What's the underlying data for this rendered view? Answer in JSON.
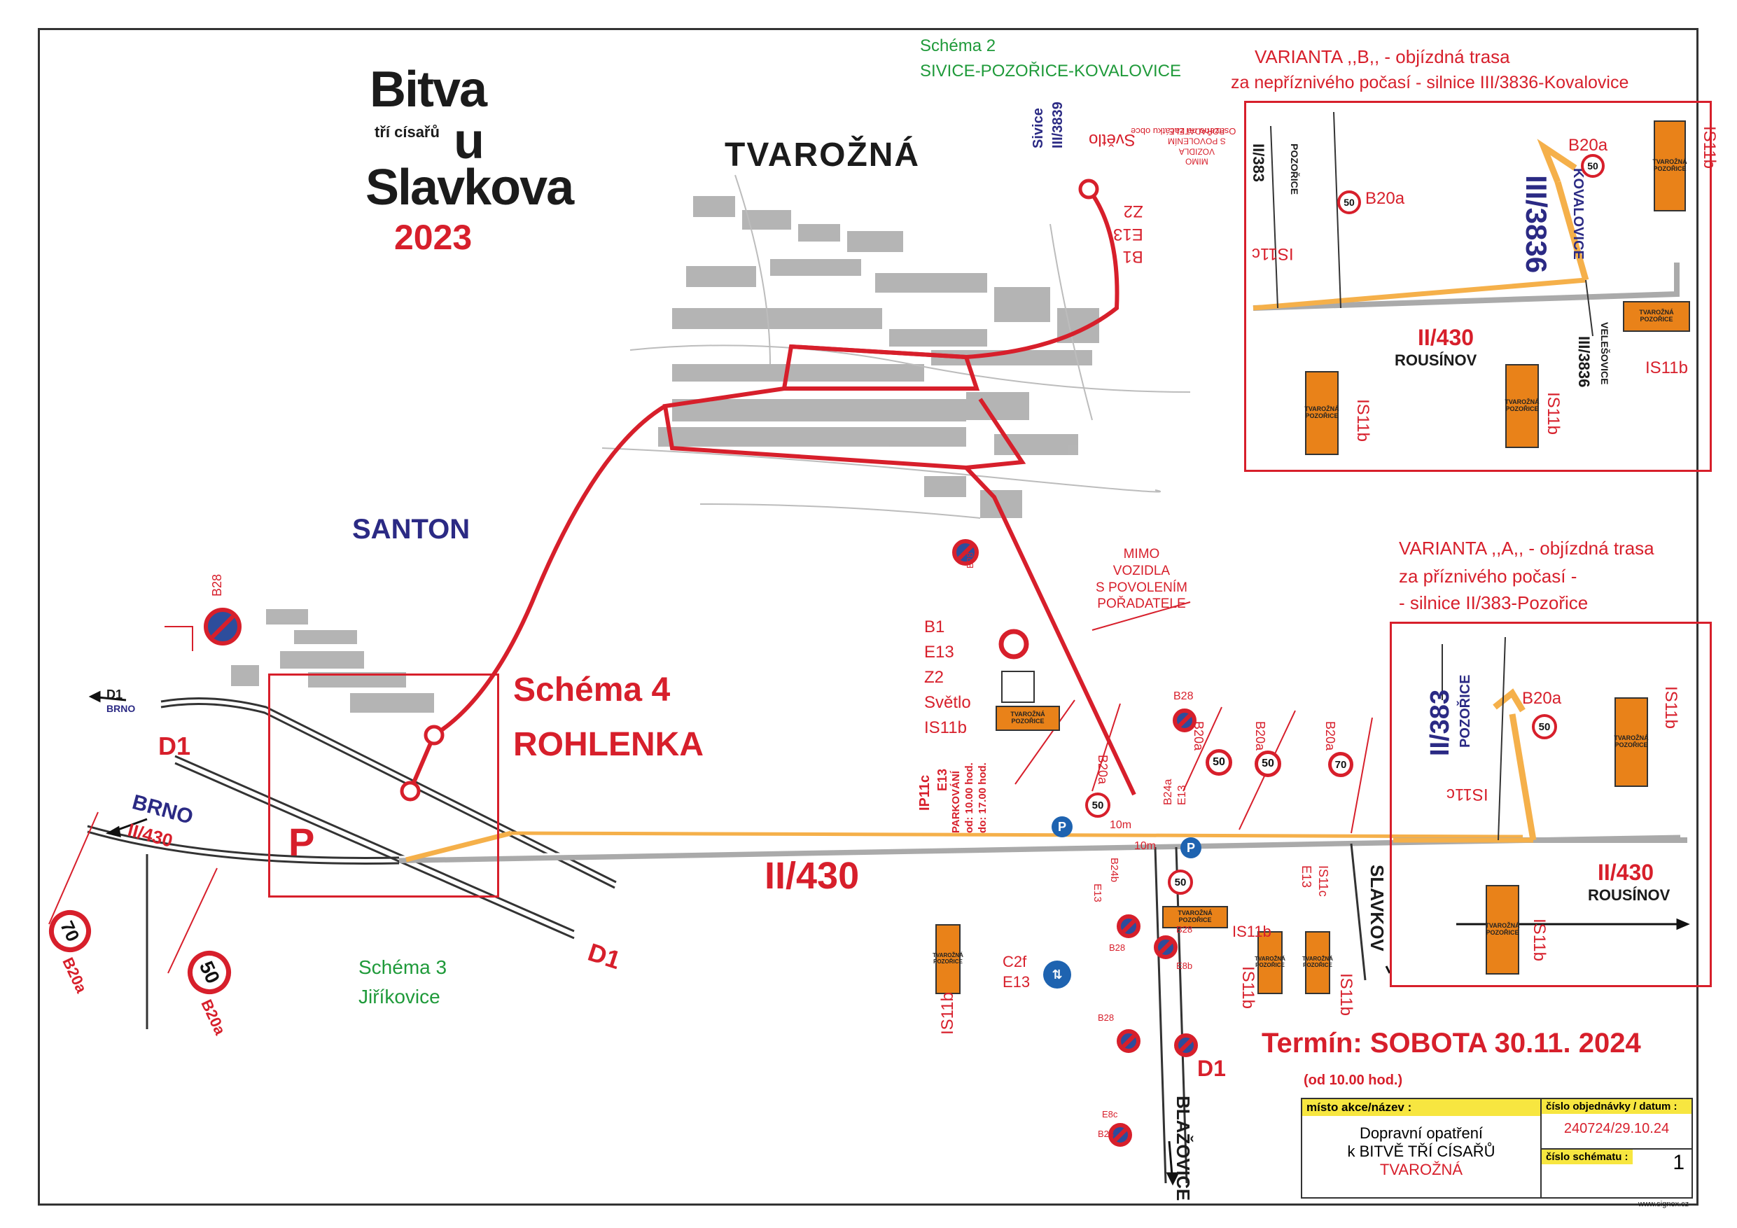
{
  "logo": {
    "line1": "Bitva",
    "line2": "tří císařů",
    "line3": "u",
    "line4": "Slavkova",
    "year": "2023"
  },
  "town": "TVAROŽNÁ",
  "santon": "SANTON",
  "schema2": {
    "line1": "Schéma 2",
    "line2": "SIVICE-POZOŘICE-KOVALOVICE"
  },
  "schema3": {
    "line1": "Schéma 3",
    "line2": "Jiříkovice"
  },
  "schema4": {
    "line1": "Schéma 4",
    "line2": "ROHLENKA"
  },
  "variantB": {
    "line1": "VARIANTA ,,B,, - objízdná trasa",
    "line2": "za nepříznivého  počasí - silnice III/3836-Kovalovice",
    "road_main": "II/430",
    "road_main_dir": "ROUSÍNOV",
    "road_left": "II/383",
    "road_left_dir": "POZOŘICE",
    "road_right": "III/3836",
    "road_right_dir": "KOVALOVICE",
    "road_down_dir": "VELEŠOVICE",
    "road_down": "III/3836",
    "signs": [
      "B20a",
      "IS11b",
      "IS11c",
      "IS11b",
      "IS11b",
      "IS11b",
      "B20a"
    ],
    "orange_label": "TVAROŽNÁ POZOŘICE"
  },
  "variantA": {
    "line1": "VARIANTA ,,A,, - objízdná trasa",
    "line2": "za příznivého počasí -",
    "line3": "- silnice II/383-Pozořice",
    "road_main": "II/430",
    "road_main_dir": "ROUSÍNOV",
    "road_up": "II/383",
    "road_up_dir": "POZOŘICE",
    "signs": [
      "B20a",
      "IS11c",
      "IS11b",
      "IS11b"
    ],
    "orange_label": "TVAROŽNÁ POZOŘICE"
  },
  "roads": {
    "main": "II/430",
    "d1": "D1",
    "brno": "BRNO",
    "brno_road": "II/430",
    "d1_small": "D1",
    "brno_small": "BRNO",
    "slavkov": "SLAVKOV",
    "blazovice": "BLAŽOVICE",
    "sivice": "Sivice",
    "sivice_road": "III/3839",
    "d1_lower": "D1",
    "d1_bottom": "D1"
  },
  "signs_left": {
    "b28": "B28",
    "s70": "70",
    "s70_label": "B20a",
    "s50": "50",
    "s50_label": "B20a",
    "parking": "P"
  },
  "top_sign_text": {
    "codes": [
      "B1",
      "E13",
      "Z2",
      "Světlo"
    ],
    "note1": "MIMO",
    "note2": "VOZIDLA",
    "note3": "S POVOLENÍM",
    "note4": "POŘADATELE",
    "note5": "Osazeno na začátku obce"
  },
  "mid_sign_text": {
    "codes": [
      "B1",
      "E13",
      "Z2",
      "Světlo",
      "IS11b"
    ],
    "note": [
      "MIMO",
      "VOZIDLA",
      "S POVOLENÍM",
      "POŘADATELE"
    ],
    "orange_label": "TVAROŽNÁ POZOŘICE"
  },
  "parking_info": {
    "code": "IP11c",
    "e13": "E13",
    "label": "PARKOVÁNÍ",
    "time1": "od: 10.00 hod.",
    "time2": "do: 17.00 hod.",
    "dist": "10m",
    "dist2": "10m"
  },
  "junction_labels": [
    "B20a",
    "B24a",
    "E13",
    "B20a",
    "B20a",
    "B20a",
    "B28",
    "B28",
    "B28",
    "B28",
    "B28",
    "B28",
    "E8b",
    "E8c",
    "B24b",
    "E13",
    "IS11b",
    "IS11b",
    "IS11b",
    "IS11c",
    "IS11b",
    "E13",
    "C2f",
    "E13",
    "IP11c",
    "E13"
  ],
  "speed_values": [
    "50",
    "50",
    "50",
    "70",
    "50"
  ],
  "termin": "Termín: SOBOTA  30.11. 2024",
  "termin_sub": "(od 10.00 hod.)",
  "titleblock": {
    "misto_label": "místo  akce/název :",
    "misto_l1": "Dopravní opatření",
    "misto_l2": "k BITVĚ TŘÍ CÍSAŘŮ",
    "misto_l3": "TVAROŽNÁ",
    "cislo_label": "číslo objednávky / datum :",
    "cislo_value": "240724/29.10.24",
    "schema_label": "číslo schématu :",
    "schema_value": "1",
    "footer": "www.signex.cz"
  },
  "colors": {
    "route": "#d71f2b",
    "detour": "#f5b04a",
    "navy": "#2b2a84",
    "green": "#1f9a3a"
  }
}
